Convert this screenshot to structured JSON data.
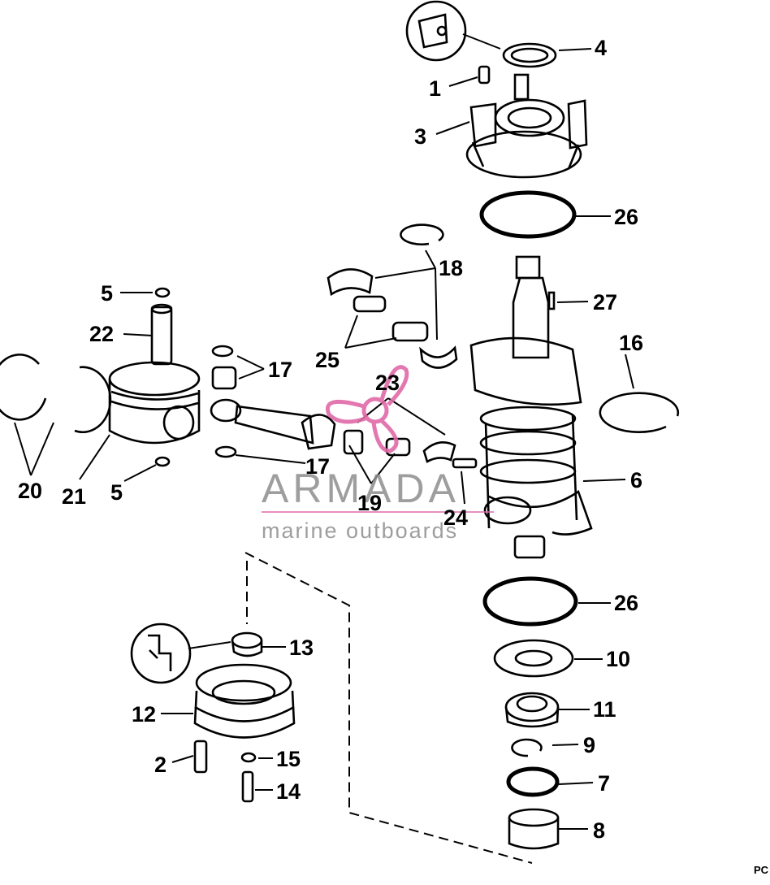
{
  "watermark": {
    "brand": "ARMADA",
    "tagline": "marine outboards"
  },
  "page_code": "PC",
  "callouts": [
    "1",
    "2",
    "3",
    "4",
    "5",
    "5",
    "6",
    "7",
    "8",
    "9",
    "10",
    "11",
    "12",
    "13",
    "14",
    "15",
    "16",
    "17",
    "17",
    "18",
    "19",
    "20",
    "21",
    "22",
    "23",
    "24",
    "25",
    "26",
    "26",
    "27"
  ],
  "colors": {
    "line": "#000000",
    "watermark_text": "#8d8d8d",
    "watermark_logo": "#e06aa8"
  }
}
